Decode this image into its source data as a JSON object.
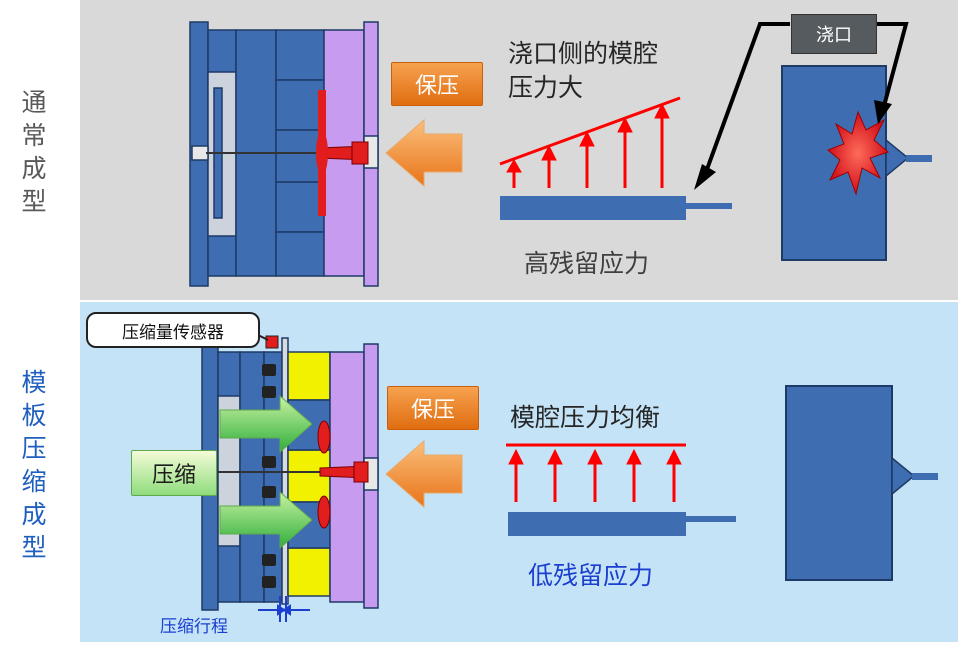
{
  "section_labels": {
    "top": [
      "通",
      "常",
      "成",
      "型"
    ],
    "bottom": [
      "模",
      "板",
      "压",
      "缩",
      "成",
      "型"
    ]
  },
  "top": {
    "hold_pressure_label": "保压",
    "note_line1": "浇口侧的模腔",
    "note_line2": "压力大",
    "stress_label": "高残留应力",
    "gate_label": "浇口"
  },
  "bottom": {
    "sensor_label": "压缩量传感器",
    "compress_label": "压缩",
    "hold_pressure_label": "保压",
    "note": "模腔压力均衡",
    "stress_label": "低残留应力",
    "stroke_label": "压缩行程"
  },
  "colors": {
    "mold_blue": "#3f6db2",
    "cavity_purple": "#c79bf0",
    "insert_yellow": "#f2f200",
    "arrow_red": "#ff0000",
    "accent_orange": "#f08a2c",
    "stress_low_text": "#1b3fd0"
  }
}
